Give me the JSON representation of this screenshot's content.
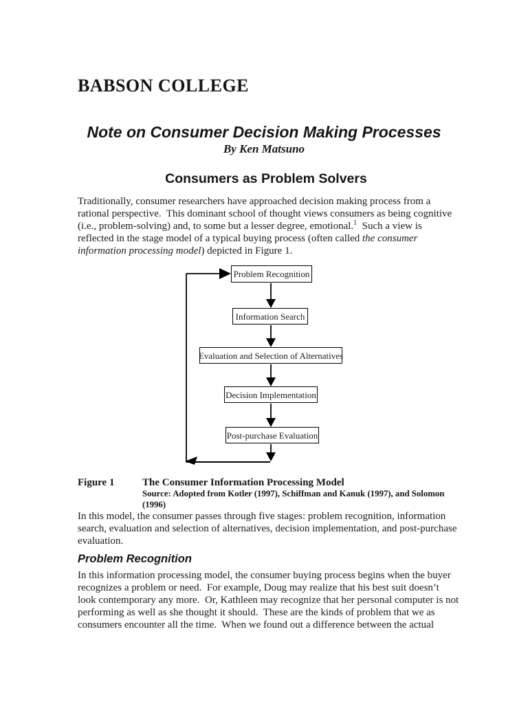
{
  "header": {
    "college": "BABSON COLLEGE",
    "title": "Note on Consumer Decision Making Processes",
    "byline": "By Ken Matsuno",
    "section_heading": "Consumers as Problem Solvers"
  },
  "intro_paragraph": {
    "part1": "Traditionally, consumer researchers have approached decision making process from a rational perspective.  This dominant school of thought views consumers as being cognitive (i.e., problem-solving) and, to some but a lesser degree, emotional.",
    "footnote_ref": "1",
    "part2": "  Such a view is reflected in the stage model of a typical buying process (often called ",
    "italic_phrase": "the consumer information processing model",
    "part3": ") depicted in Figure 1."
  },
  "flowchart": {
    "stages": [
      "Problem Recognition",
      "Information Search",
      "Evaluation and Selection of Alternatives",
      "Decision Implementation",
      "Post-purchase Evaluation"
    ]
  },
  "figure_caption": {
    "label": "Figure 1",
    "title": "The Consumer Information Processing Model",
    "source_line1": "Source: Adopted from Kotler (1997), Schiffman and Kanuk (1997), and Solomon",
    "source_line2": "(1996)"
  },
  "model_paragraph": "In this model, the consumer passes through five stages: problem recognition, information search, evaluation and selection of alternatives, decision implementation, and post-purchase evaluation.",
  "problem_recognition": {
    "heading": "Problem Recognition",
    "paragraph": "In this information processing model, the consumer buying process begins when the buyer recognizes a problem or need.  For example, Doug may realize that his best suit doesn’t look contemporary any more.  Or, Kathleen may recognize that her personal computer is not performing as well as she thought it should.  These are the kinds of problem that we as consumers encounter all the time.  When we found out a difference between the actual"
  }
}
